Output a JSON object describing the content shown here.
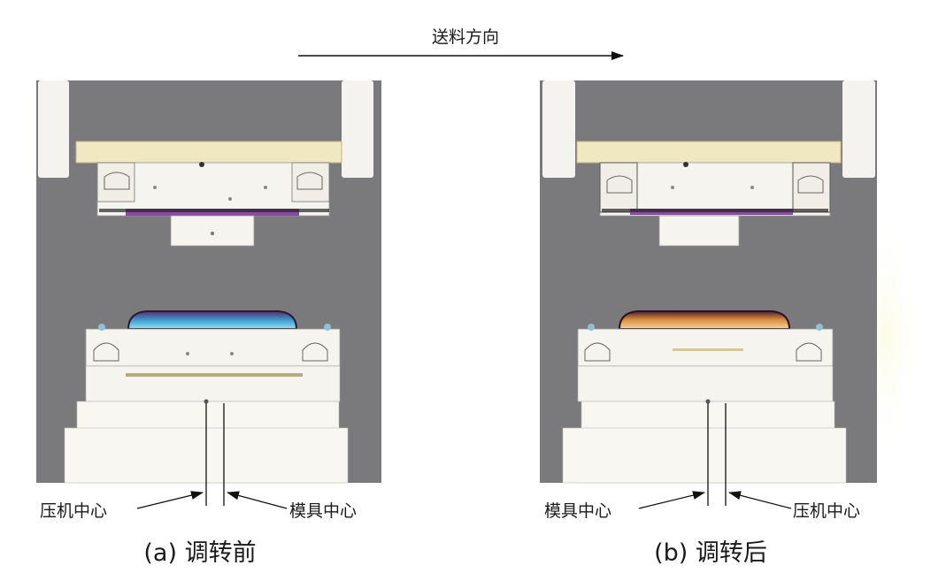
{
  "feed_direction": "送料方向",
  "panel_a": {
    "caption": "(a) 调转前",
    "left_label": "压机中心",
    "right_label": "模具中心"
  },
  "panel_b": {
    "caption": "(b) 调转后",
    "left_label": "模具中心",
    "right_label": "压机中心"
  },
  "colors": {
    "background_panel": "#7a7a7c",
    "machine_white": "#f6f4ee",
    "beam_yellow": "#efe8c0",
    "die_purple": "#8c4aa6",
    "part_blue": "#3a9ed0",
    "part_orange": "#d88a3a"
  }
}
